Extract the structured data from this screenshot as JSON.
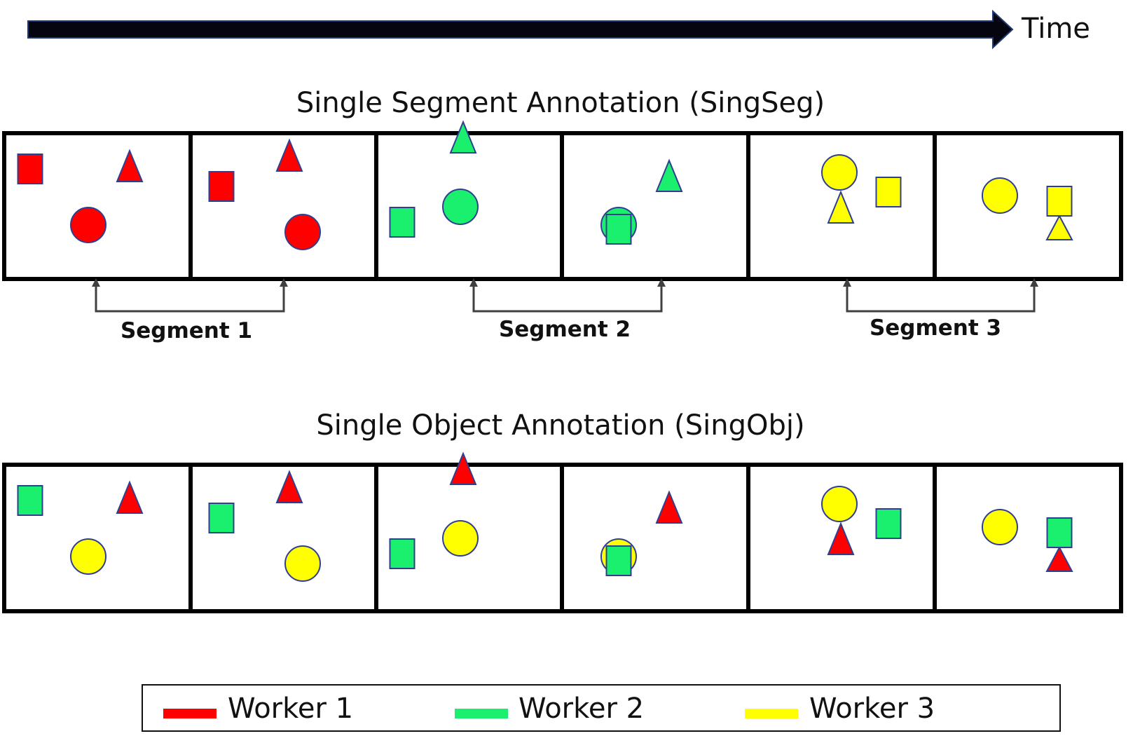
{
  "time_label": "Time",
  "colors": {
    "worker1": "#ff0000",
    "worker2": "#1aef6e",
    "worker3": "#ffff00",
    "shape_stroke": "#2f3f8f",
    "frame_border": "#000000",
    "arrow": "#0a0a14",
    "bracket": "#404040"
  },
  "singseg": {
    "title": "Single Segment Annotation (SingSeg)",
    "segments": [
      "Segment 1",
      "Segment 2",
      "Segment 3"
    ],
    "frame_colors": [
      "worker1",
      "worker1",
      "worker2",
      "worker2",
      "worker3",
      "worker3"
    ]
  },
  "singobj": {
    "title": "Single Object Annotation (SingObj)",
    "object_colors": {
      "circle": "worker3",
      "square": "worker2",
      "triangle": "worker1"
    }
  },
  "legend": [
    {
      "label": "Worker 1",
      "color": "worker1"
    },
    {
      "label": "Worker 2",
      "color": "worker2"
    },
    {
      "label": "Worker 3",
      "color": "worker3"
    }
  ]
}
